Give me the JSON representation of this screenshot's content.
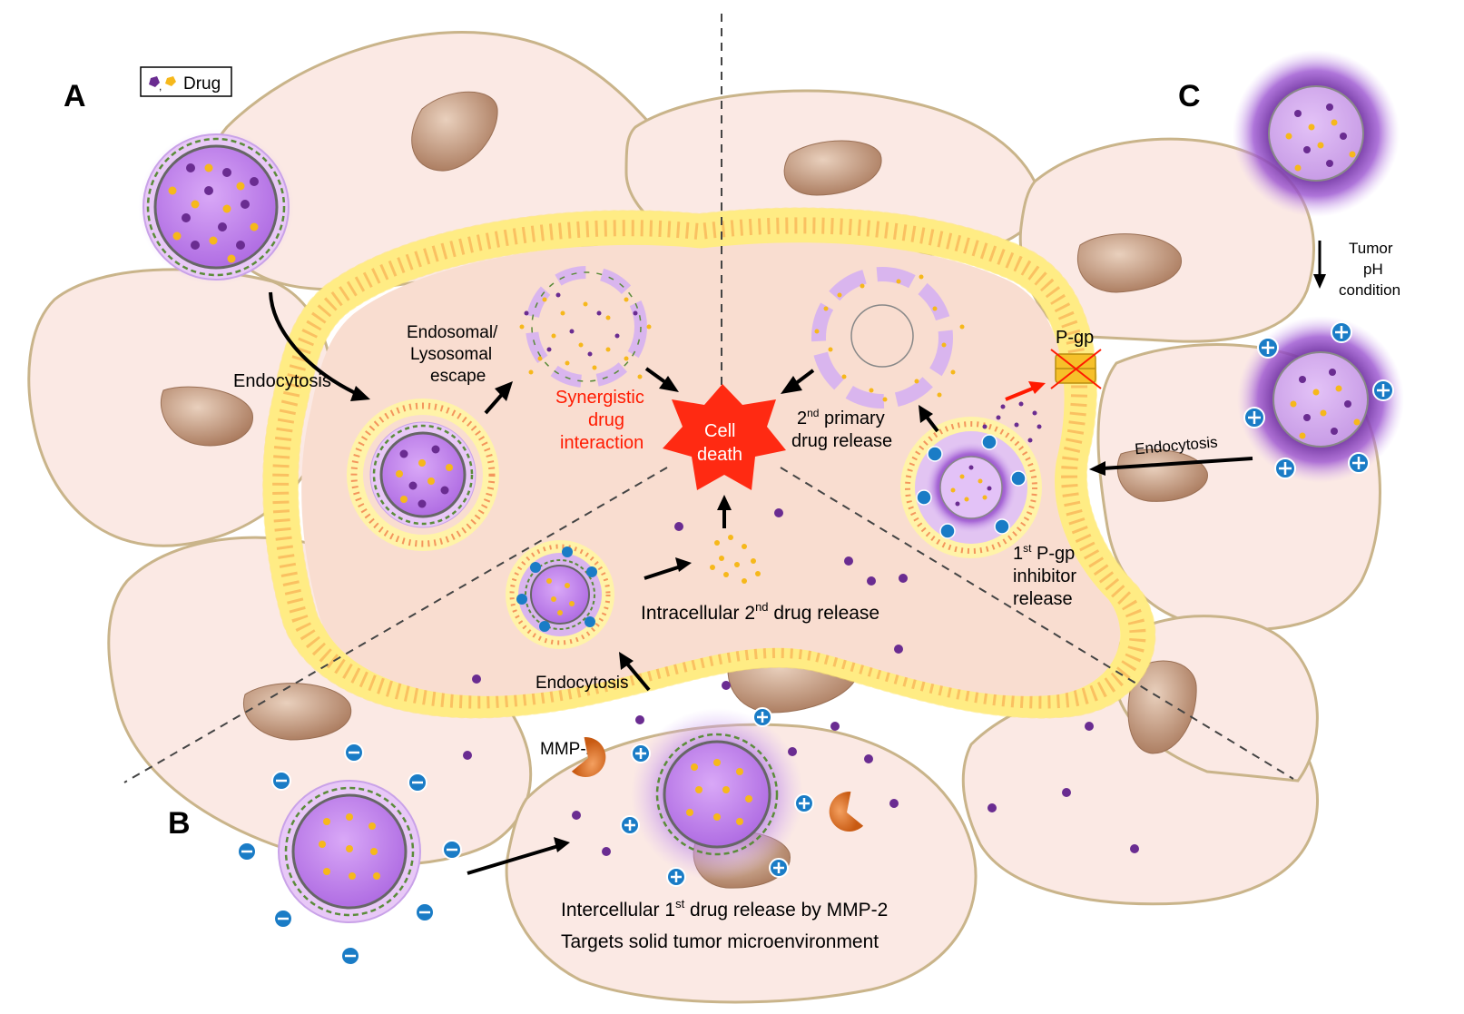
{
  "panels": {
    "a": "A",
    "b": "B",
    "c": "C"
  },
  "legend": {
    "sep": ",",
    "label": "Drug"
  },
  "labels": {
    "endocytosis_a": "Endocytosis",
    "endo_escape_1": "Endosomal/",
    "endo_escape_2": "Lysosomal",
    "endo_escape_3": "escape",
    "synergy_1": "Synergistic",
    "synergy_2": "drug",
    "synergy_3": "interaction",
    "cell_death_1": "Cell",
    "cell_death_2": "death",
    "second_primary_sup": "nd",
    "second_primary_1_num": "2",
    "second_primary_1_rest": " primary",
    "second_primary_2": "drug release",
    "pgp": "P-gp",
    "first_pgp_num": "1",
    "first_pgp_sup": "st",
    "first_pgp_rest": " P-gp",
    "first_pgp_2": "inhibitor",
    "first_pgp_3": "release",
    "tumor_1": "Tumor",
    "tumor_2": "pH",
    "tumor_3": "condition",
    "endocytosis_c": "Endocytosis",
    "intracellular_pre": "Intracellular 2",
    "intracellular_sup": "nd",
    "intracellular_post": " drug release",
    "endocytosis_b": "Endocytosis",
    "mmp2": "MMP-2",
    "intercellular_pre": "Intercellular 1",
    "intercellular_sup": "st",
    "intercellular_post": " drug release by MMP-2",
    "targets": "Targets solid tumor microenvironment"
  },
  "colors": {
    "cell_fill": "#fbe9e4",
    "cell_stroke": "#c9b48a",
    "inner_fill": "#f9ddd0",
    "membrane_yellow": "#fff3a8",
    "membrane_orange": "#f4965c",
    "nucleus": "#c49a80",
    "drug_purple": "#6a2c91",
    "drug_yellow": "#f6b81b",
    "cell_death": "#ff2a12",
    "synergy_text": "#ff1a00",
    "plus_blue": "#1a7cc6"
  }
}
